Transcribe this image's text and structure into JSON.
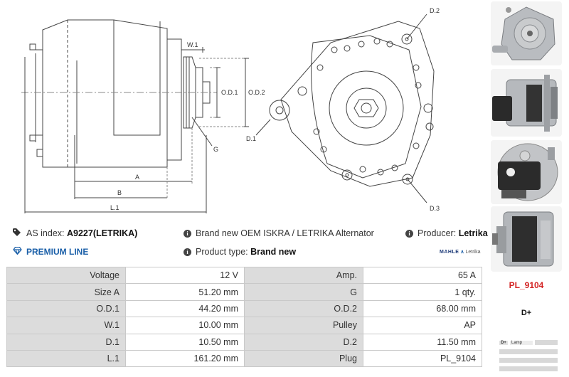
{
  "drawing": {
    "labels": {
      "w1": "W.1",
      "od1": "O.D.1",
      "od2": "O.D.2",
      "g": "G",
      "a": "A",
      "b": "B",
      "l1": "L.1",
      "d1": "D.1",
      "d2": "D.2",
      "d3": "D.3"
    }
  },
  "info": {
    "as_index_label": "AS index:",
    "as_index_value": "A9227(LETRIKA)",
    "description": "Brand new OEM ISKRA / LETRIKA Alternator",
    "producer_label": "Producer:",
    "producer_value": "Letrika",
    "premium_line": "PREMIUM LINE",
    "product_type_label": "Product type:",
    "product_type_value": "Brand new",
    "brand_logo_text_1": "MAHLE",
    "brand_logo_text_2": "Letrika"
  },
  "specs": [
    [
      "Voltage",
      "12 V",
      "Amp.",
      "65 A"
    ],
    [
      "Size A",
      "51.20 mm",
      "G",
      "1 qty."
    ],
    [
      "O.D.1",
      "44.20 mm",
      "O.D.2",
      "68.00 mm"
    ],
    [
      "W.1",
      "10.00 mm",
      "Pulley",
      "AP"
    ],
    [
      "D.1",
      "10.50 mm",
      "D.2",
      "11.50 mm"
    ],
    [
      "L.1",
      "161.20 mm",
      "Plug",
      "PL_9104"
    ]
  ],
  "side": {
    "part_code": "PL_9104",
    "terminal": "D+",
    "connector_label": "D+",
    "connector_text": "Lamp"
  },
  "colors": {
    "premium_blue": "#1a5fa8",
    "part_code_red": "#d32222",
    "label_cell_bg": "#dcdcdc"
  }
}
